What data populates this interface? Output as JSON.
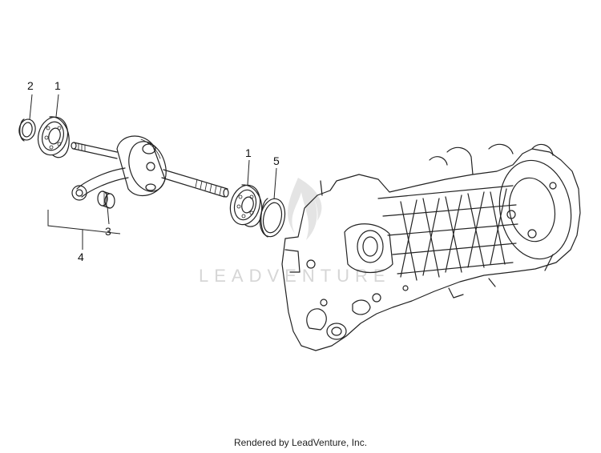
{
  "diagram": {
    "callouts": [
      {
        "id": "c2",
        "label": "2"
      },
      {
        "id": "c1a",
        "label": "1"
      },
      {
        "id": "c1b",
        "label": "1"
      },
      {
        "id": "c5",
        "label": "5"
      },
      {
        "id": "c3",
        "label": "3"
      },
      {
        "id": "c4",
        "label": "4"
      }
    ],
    "watermark": "LEADVENTURE",
    "footer": "Rendered by LeadVenture, Inc."
  }
}
